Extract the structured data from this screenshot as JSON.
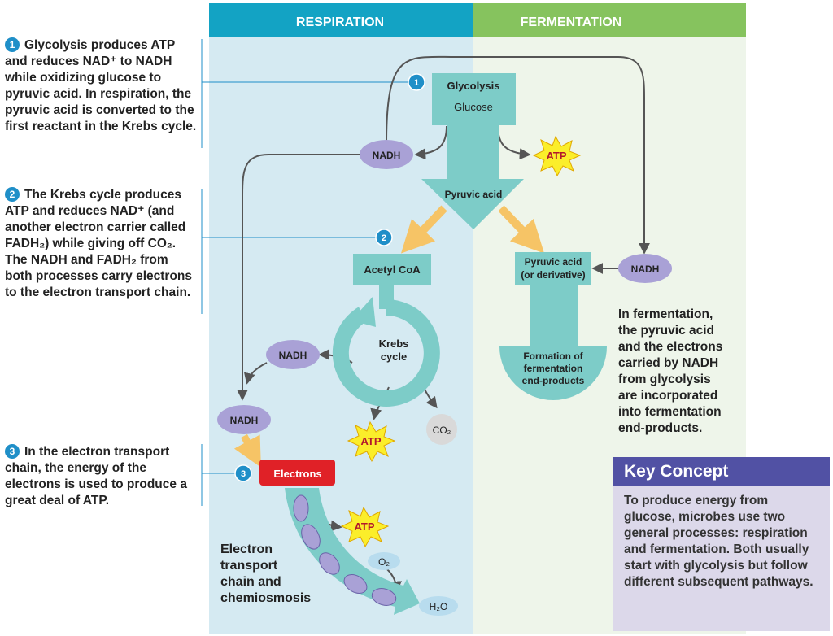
{
  "header": {
    "respiration": "RESPIRATION",
    "fermentation": "FERMENTATION"
  },
  "notes": {
    "n1": {
      "num": "1",
      "text": "Glycolysis produces ATP and reduces NAD⁺ to NADH while oxidizing glucose to pyruvic acid. In respiration, the pyruvic acid is converted to the first reactant in the Krebs cycle."
    },
    "n2": {
      "num": "2",
      "text": "The Krebs cycle produces ATP and reduces NAD⁺ (and another electron carrier called FADH₂) while giving off CO₂. The NADH and FADH₂ from both processes carry electrons to the electron transport chain."
    },
    "n3": {
      "num": "3",
      "text": "In the electron transport chain, the energy of the electrons is used to produce a great deal of ATP."
    }
  },
  "steps": {
    "s1": "1",
    "s2": "2",
    "s3": "3"
  },
  "labels": {
    "glycolysis": "Glycolysis",
    "glucose": "Glucose",
    "pyruvic_acid": "Pyruvic acid",
    "acetyl_coa": "Acetyl CoA",
    "krebs_1": "Krebs",
    "krebs_2": "cycle",
    "pyruvic_deriv_1": "Pyruvic acid",
    "pyruvic_deriv_2": "(or derivative)",
    "formation_1": "Formation of",
    "formation_2": "fermentation",
    "formation_3": "end-products",
    "nadh": "NADH",
    "atp": "ATP",
    "co2": "CO₂",
    "o2": "O₂",
    "h2o": "H₂O",
    "electrons": "Electrons",
    "etc_1": "Electron",
    "etc_2": "transport",
    "etc_3": "chain and",
    "etc_4": "chemiosmosis"
  },
  "fermentation_note": [
    "In fermentation,",
    "the pyruvic acid",
    "and the electrons",
    "carried by NADH",
    "from glycolysis",
    "are incorporated",
    "into fermentation",
    "end-products."
  ],
  "key_concept": {
    "title": "Key Concept",
    "text": "To produce energy from glucose, microbes use two general processes: respiration and fermentation. Both usually start with glycolysis but follow different subsequent pathways."
  },
  "colors": {
    "respiration_header": "#13a3c4",
    "fermentation_header": "#86c35e",
    "respiration_bg": "#d5eaf2",
    "fermentation_bg": "#eef5ea",
    "teal": "#7dccc8",
    "nadh": "#a9a1d6",
    "atp": "#fbee2a",
    "electrons": "#e02127",
    "step_circle": "#1f8fc8",
    "key_title": "#5151a4",
    "key_body": "#dcd8ea"
  }
}
